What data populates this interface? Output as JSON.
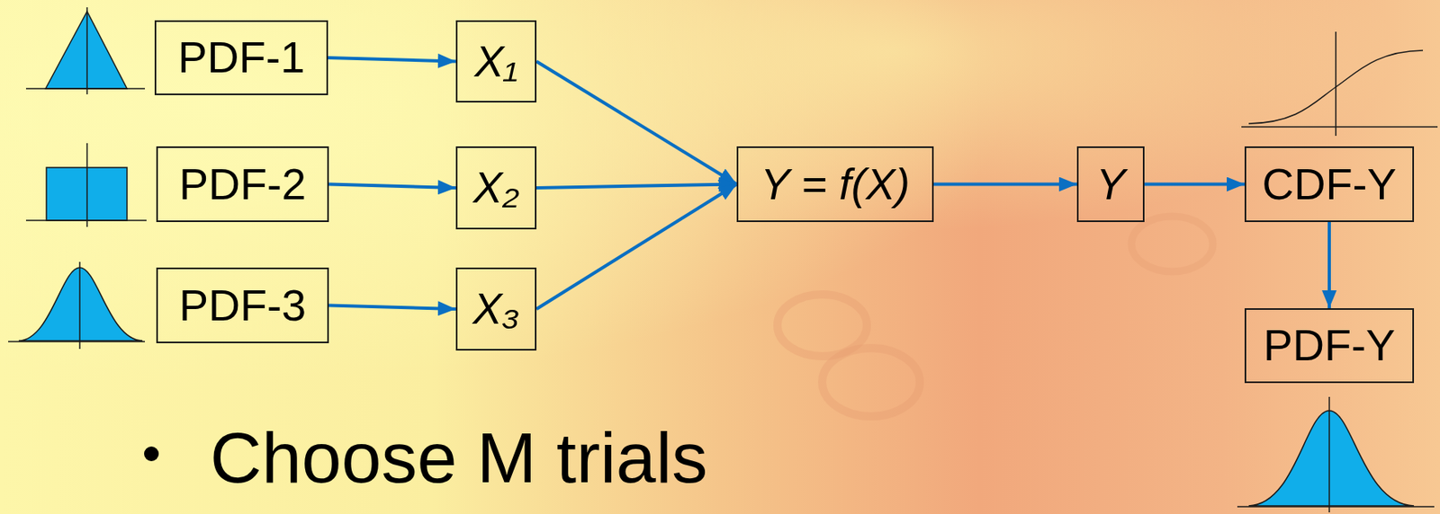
{
  "diagram": {
    "nodes": [
      {
        "text": [
          "PDF-1"
        ]
      },
      {
        "text": [
          "X₁"
        ]
      },
      {
        "text": [
          "PDF-2"
        ]
      },
      {
        "text": [
          "X₂"
        ]
      },
      {
        "text": [
          "PDF-3"
        ]
      },
      {
        "text": [
          "X₃"
        ]
      },
      {
        "text": [
          "Y = f(X)"
        ]
      },
      {
        "text": [
          "Y"
        ]
      },
      {
        "text": [
          "CDF-Y"
        ]
      },
      {
        "text": [
          "PDF-Y"
        ]
      }
    ],
    "edges": [
      {
        "from": 0,
        "to": 1,
        "arrow": "to"
      },
      {
        "from": 2,
        "to": 3,
        "arrow": "to"
      },
      {
        "from": 4,
        "to": 5,
        "arrow": "to"
      },
      {
        "from": 1,
        "to": 6,
        "arrow": "to"
      },
      {
        "from": 3,
        "to": 6,
        "arrow": "to"
      },
      {
        "from": 5,
        "to": 6,
        "arrow": "to"
      },
      {
        "from": 6,
        "to": 7,
        "arrow": "to"
      },
      {
        "from": 7,
        "to": 8,
        "arrow": "to"
      },
      {
        "from": 8,
        "to": 9,
        "arrow": "to"
      }
    ],
    "labels": [
      "Choose M trials"
    ]
  }
}
